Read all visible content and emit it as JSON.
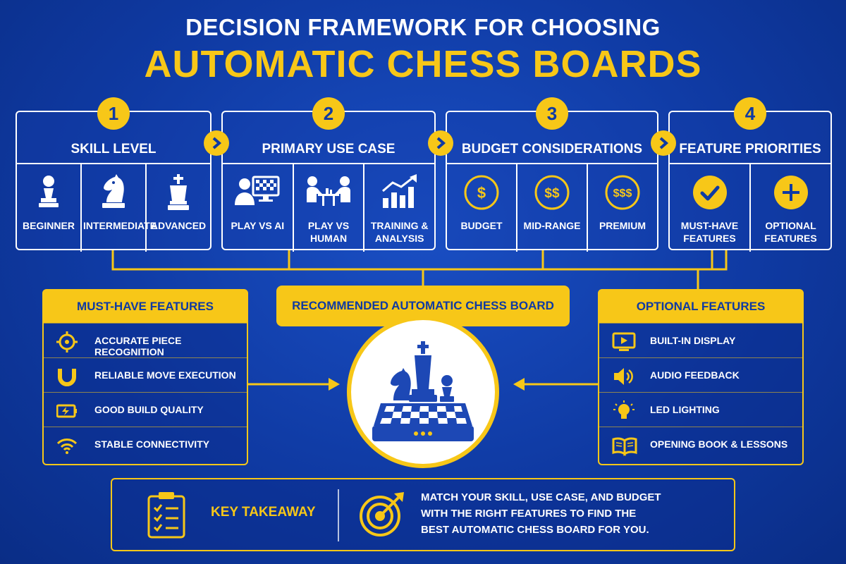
{
  "title": {
    "line1": "DECISION FRAMEWORK FOR CHOOSING",
    "line2": "AUTOMATIC CHESS BOARDS"
  },
  "steps": [
    {
      "number": "1",
      "title": "SKILL LEVEL",
      "options": [
        {
          "label": "BEGINNER",
          "icon": "pawn-icon"
        },
        {
          "label": "INTERMEDIATE",
          "icon": "knight-icon"
        },
        {
          "label": "ADVANCED",
          "icon": "king-icon"
        }
      ]
    },
    {
      "number": "2",
      "title": "PRIMARY USE CASE",
      "options": [
        {
          "label": "PLAY VS AI",
          "icon": "computer-user-icon"
        },
        {
          "label": "PLAY VS HUMAN",
          "icon": "two-players-icon"
        },
        {
          "label": "TRAINING & ANALYSIS",
          "icon": "growth-chart-icon"
        }
      ]
    },
    {
      "number": "3",
      "title": "BUDGET CONSIDERATIONS",
      "options": [
        {
          "label": "BUDGET",
          "icon": "dollar-icon",
          "symbol": "$"
        },
        {
          "label": "MID-RANGE",
          "icon": "double-dollar-icon",
          "symbol": "$$"
        },
        {
          "label": "PREMIUM",
          "icon": "triple-dollar-icon",
          "symbol": "$$$"
        }
      ]
    },
    {
      "number": "4",
      "title": "FEATURE PRIORITIES",
      "options": [
        {
          "label": "MUST-HAVE FEATURES",
          "icon": "check-circle-icon"
        },
        {
          "label": "OPTIONAL FEATURES",
          "icon": "plus-circle-icon"
        }
      ]
    }
  ],
  "must_have": {
    "title": "MUST-HAVE FEATURES",
    "items": [
      {
        "label": "ACCURATE PIECE RECOGNITION",
        "icon": "crosshair-icon"
      },
      {
        "label": "RELIABLE MOVE EXECUTION",
        "icon": "magnet-icon"
      },
      {
        "label": "GOOD BUILD QUALITY",
        "icon": "battery-icon"
      },
      {
        "label": "STABLE CONNECTIVITY",
        "icon": "wifi-icon"
      }
    ]
  },
  "optional": {
    "title": "OPTIONAL FEATURES",
    "items": [
      {
        "label": "BUILT-IN DISPLAY",
        "icon": "display-icon"
      },
      {
        "label": "AUDIO FEEDBACK",
        "icon": "speaker-icon"
      },
      {
        "label": "LED LIGHTING",
        "icon": "lightbulb-icon"
      },
      {
        "label": "OPENING BOOK & LESSONS",
        "icon": "book-icon"
      }
    ]
  },
  "recommended": {
    "label": "RECOMMENDED AUTOMATIC CHESS BOARD",
    "icon": "chess-board-icon"
  },
  "takeaway": {
    "label": "KEY TAKEAWAY",
    "lines": [
      "MATCH YOUR SKILL, USE CASE, AND BUDGET",
      "WITH THE RIGHT FEATURES TO FIND THE",
      "BEST AUTOMATIC CHESS BOARD FOR YOU."
    ]
  },
  "colors": {
    "accent": "#f7c718",
    "background": "#0f3aa3",
    "line": "#ffffff"
  }
}
